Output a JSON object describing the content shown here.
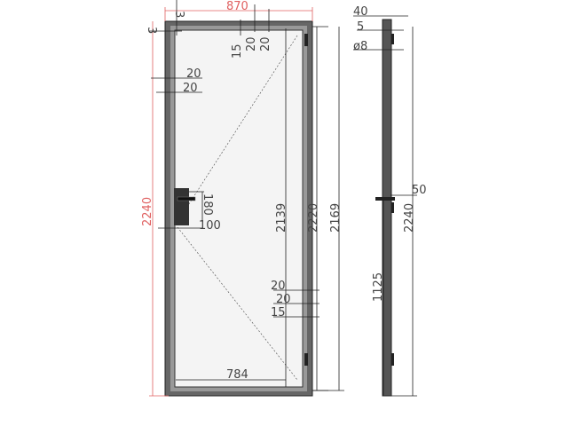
{
  "front_view": {
    "width_overall": "870",
    "height_overall": "2240",
    "top_offset": "3",
    "left_offset": "3",
    "top_dims": [
      "15",
      "20",
      "20"
    ],
    "left_dims": [
      "20",
      "20"
    ],
    "handle_height": "180",
    "handle_offset": "100",
    "glass_height": "2139",
    "leaf_height": "2220",
    "frame_height": "2169",
    "bottom_dims": [
      "20",
      "20",
      "15"
    ],
    "glass_width": "784"
  },
  "side_view": {
    "depth": "40",
    "lip": "5",
    "diameter": "ø8",
    "handle_depth": "50",
    "total_height": "2240",
    "handle_height_from_floor": "1125"
  },
  "colors": {
    "overall_dims": "#e06060",
    "frame": "#555555",
    "lines": "#222222"
  }
}
